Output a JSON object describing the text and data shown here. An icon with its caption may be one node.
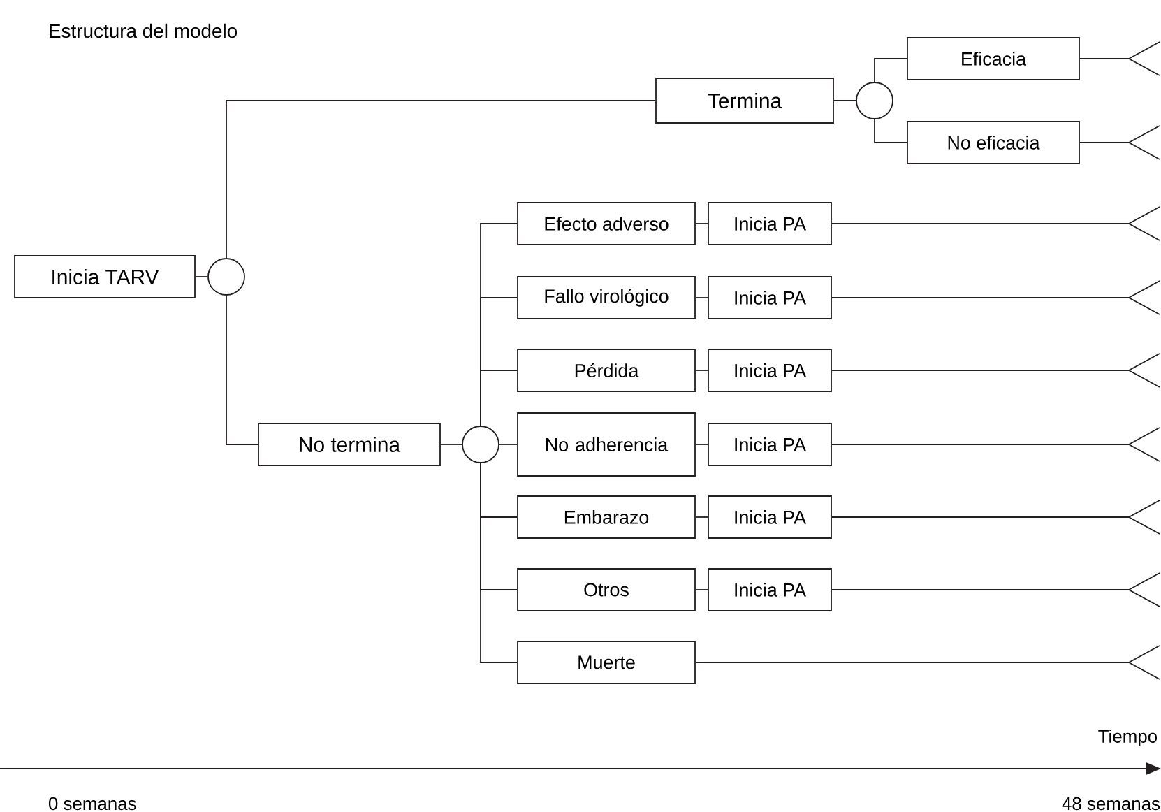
{
  "diagram": {
    "title": "Estructura del modelo",
    "nodes": [
      {
        "text": [
          "Inicia TARV"
        ]
      },
      {
        "text": [],
        "shape": "circle"
      },
      {
        "text": [
          "Termina"
        ]
      },
      {
        "text": [],
        "shape": "circle"
      },
      {
        "text": [
          "Eficacia"
        ]
      },
      {
        "text": [],
        "shape": "triangle"
      },
      {
        "text": [
          "No eficacia"
        ]
      },
      {
        "text": [],
        "shape": "triangle"
      },
      {
        "text": [
          "No termina"
        ]
      },
      {
        "text": [],
        "shape": "circle"
      },
      {
        "text": [
          "Efecto adverso"
        ]
      },
      {
        "text": [
          "Inicia PA"
        ]
      },
      {
        "text": [],
        "shape": "triangle"
      },
      {
        "text": [
          "Fallo virológico"
        ]
      },
      {
        "text": [
          "Inicia PA"
        ]
      },
      {
        "text": [],
        "shape": "triangle"
      },
      {
        "text": [
          "Pérdida"
        ]
      },
      {
        "text": [
          "Inicia PA"
        ]
      },
      {
        "text": [],
        "shape": "triangle"
      },
      {
        "text": [
          "No adherencia"
        ]
      },
      {
        "text": [
          "Inicia PA"
        ]
      },
      {
        "text": [],
        "shape": "triangle"
      },
      {
        "text": [
          "Embarazo"
        ]
      },
      {
        "text": [
          "Inicia PA"
        ]
      },
      {
        "text": [],
        "shape": "triangle"
      },
      {
        "text": [
          "Otros"
        ]
      },
      {
        "text": [
          "Inicia PA"
        ]
      },
      {
        "text": [],
        "shape": "triangle"
      },
      {
        "text": [
          "Muerte"
        ]
      },
      {
        "text": [],
        "shape": "triangle"
      }
    ],
    "edges": [
      {
        "from": 0,
        "to": 1,
        "arrow": "none"
      },
      {
        "from": 1,
        "to": 2,
        "arrow": "none"
      },
      {
        "from": 1,
        "to": 8,
        "arrow": "none"
      },
      {
        "from": 2,
        "to": 3,
        "arrow": "none"
      },
      {
        "from": 3,
        "to": 4,
        "arrow": "none"
      },
      {
        "from": 3,
        "to": 6,
        "arrow": "none"
      },
      {
        "from": 4,
        "to": 5,
        "arrow": "none"
      },
      {
        "from": 6,
        "to": 7,
        "arrow": "none"
      },
      {
        "from": 8,
        "to": 9,
        "arrow": "none"
      },
      {
        "from": 9,
        "to": 10,
        "arrow": "none"
      },
      {
        "from": 10,
        "to": 11,
        "arrow": "none"
      },
      {
        "from": 11,
        "to": 12,
        "arrow": "none"
      },
      {
        "from": 9,
        "to": 13,
        "arrow": "none"
      },
      {
        "from": 13,
        "to": 14,
        "arrow": "none"
      },
      {
        "from": 14,
        "to": 15,
        "arrow": "none"
      },
      {
        "from": 9,
        "to": 16,
        "arrow": "none"
      },
      {
        "from": 16,
        "to": 17,
        "arrow": "none"
      },
      {
        "from": 17,
        "to": 18,
        "arrow": "none"
      },
      {
        "from": 9,
        "to": 19,
        "arrow": "none"
      },
      {
        "from": 19,
        "to": 20,
        "arrow": "none"
      },
      {
        "from": 20,
        "to": 21,
        "arrow": "none"
      },
      {
        "from": 9,
        "to": 22,
        "arrow": "none"
      },
      {
        "from": 22,
        "to": 23,
        "arrow": "none"
      },
      {
        "from": 23,
        "to": 24,
        "arrow": "none"
      },
      {
        "from": 9,
        "to": 25,
        "arrow": "none"
      },
      {
        "from": 25,
        "to": 26,
        "arrow": "none"
      },
      {
        "from": 26,
        "to": 27,
        "arrow": "none"
      },
      {
        "from": 9,
        "to": 28,
        "arrow": "none"
      },
      {
        "from": 28,
        "to": 29,
        "arrow": "none"
      }
    ],
    "labels": [
      "Tiempo",
      "0 semanas",
      "48 semanas"
    ]
  }
}
